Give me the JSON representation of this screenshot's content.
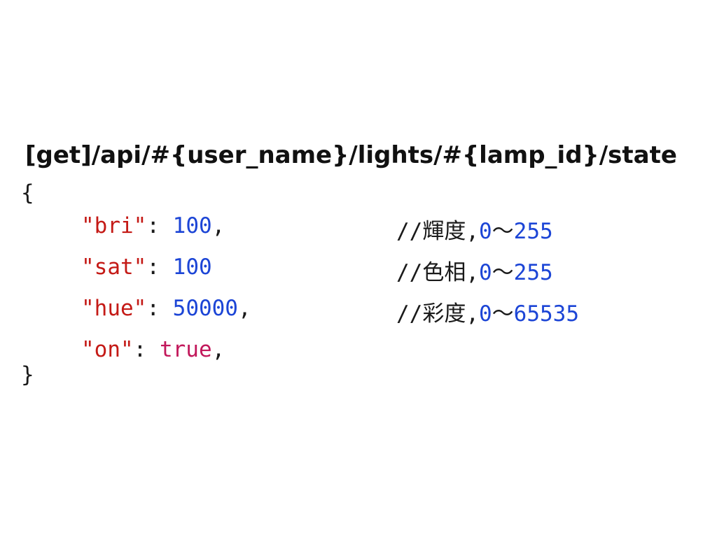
{
  "endpoint": "[get]/api/#{user_name}/lights/#{lamp_id}/state",
  "open_brace": "{",
  "close_brace": "}",
  "lines": [
    {
      "key": "\"bri\"",
      "colon": ": ",
      "value": "100",
      "trail": ",",
      "comment_prefix": "//輝度,",
      "range_start": "0",
      "range_sep": "〜",
      "range_end": "255"
    },
    {
      "key": "\"sat\"",
      "colon": ": ",
      "value": "100",
      "trail": "",
      "comment_prefix": "//色相,",
      "range_start": "0",
      "range_sep": "〜",
      "range_end": "255"
    },
    {
      "key": "\"hue\"",
      "colon": ": ",
      "value": "50000",
      "trail": ",",
      "comment_prefix": "//彩度,",
      "range_start": "0",
      "range_sep": "〜",
      "range_end": "65535"
    },
    {
      "key": "\"on\"",
      "colon": ": ",
      "value": "true",
      "trail": ","
    }
  ],
  "colors": {
    "key": "#c41a16",
    "number": "#1c45d6",
    "boolean": "#c2185b",
    "text": "#1a1a1a"
  }
}
